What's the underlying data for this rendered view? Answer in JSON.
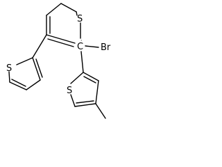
{
  "molecule": {
    "atom_labels": {
      "top_ring_sulfur": "S",
      "radical_carbon": "C",
      "radical_dot": "·",
      "bromine": "Br",
      "left_ring_sulfur": "S",
      "bottom_ring_sulfur": "S"
    },
    "methyl_group": "unlabeled line"
  }
}
